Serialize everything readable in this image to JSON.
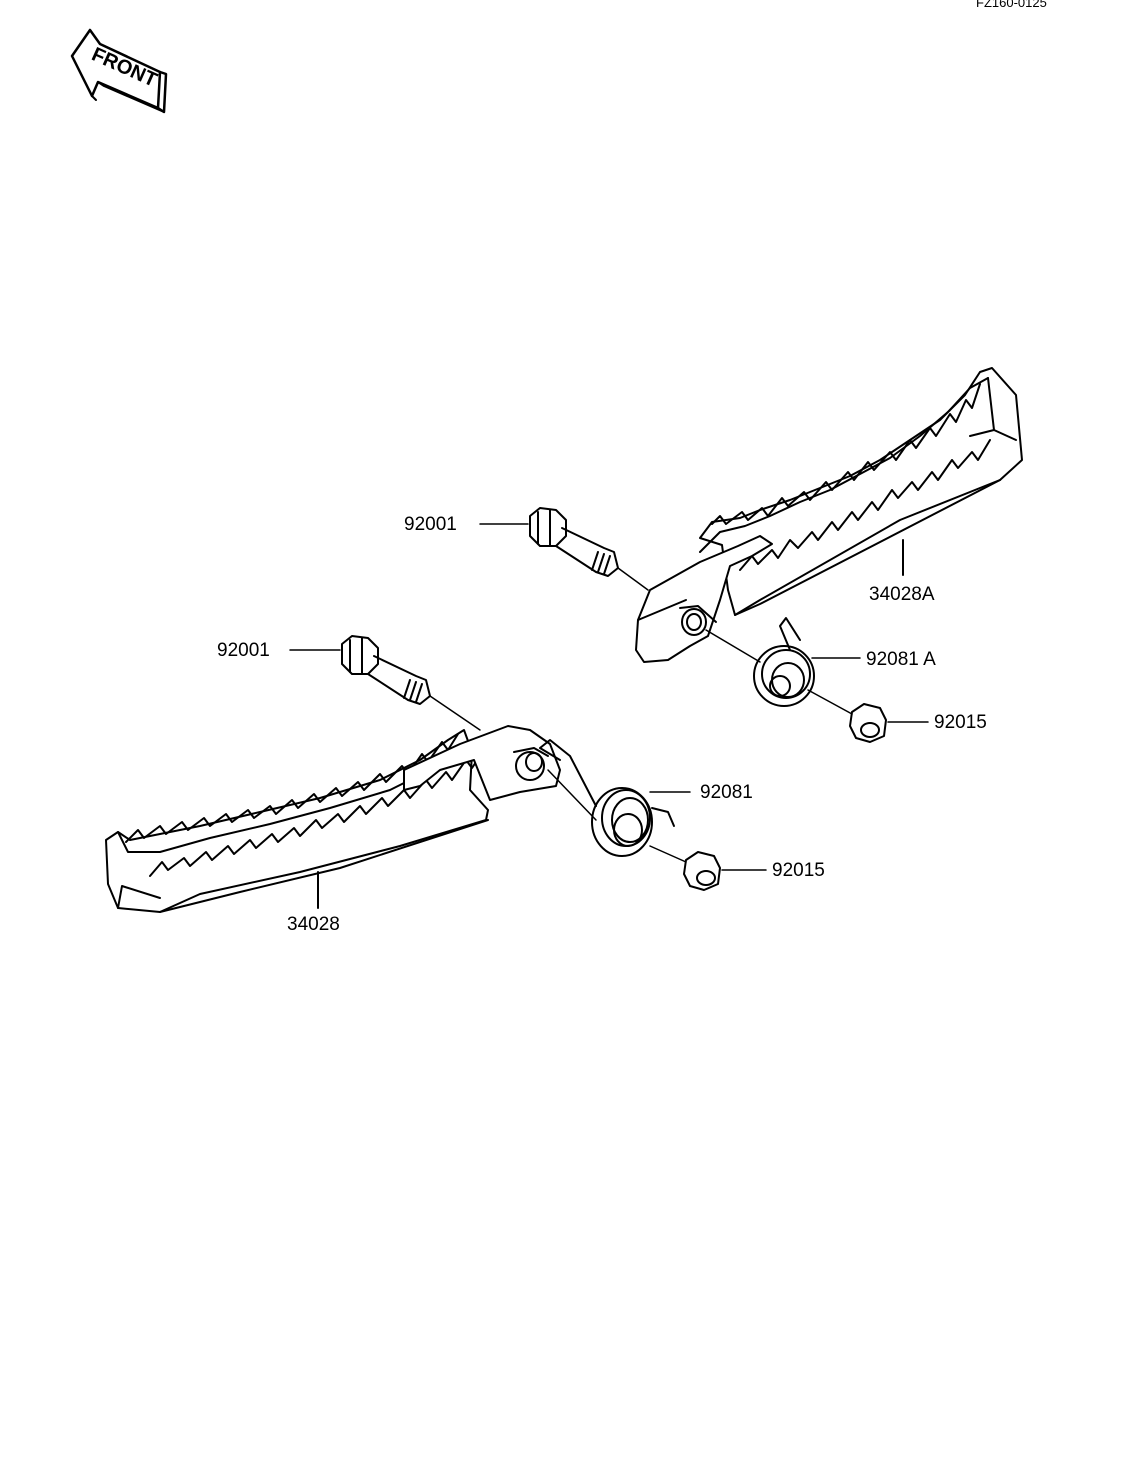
{
  "drawing_code": "FZ160-0125",
  "front_marker": {
    "text": "FRONT"
  },
  "callouts": [
    {
      "id": "bolt-upper",
      "part_number": "92001"
    },
    {
      "id": "bolt-lower",
      "part_number": "92001"
    },
    {
      "id": "footpeg-right",
      "part_number": "34028A"
    },
    {
      "id": "spring-right",
      "part_number": "92081 A"
    },
    {
      "id": "collar-right",
      "part_number": "92015"
    },
    {
      "id": "spring-left",
      "part_number": "92081"
    },
    {
      "id": "collar-left",
      "part_number": "92015"
    },
    {
      "id": "footpeg-left",
      "part_number": "34028"
    }
  ],
  "colors": {
    "ink": "#000000",
    "paper": "#ffffff"
  }
}
